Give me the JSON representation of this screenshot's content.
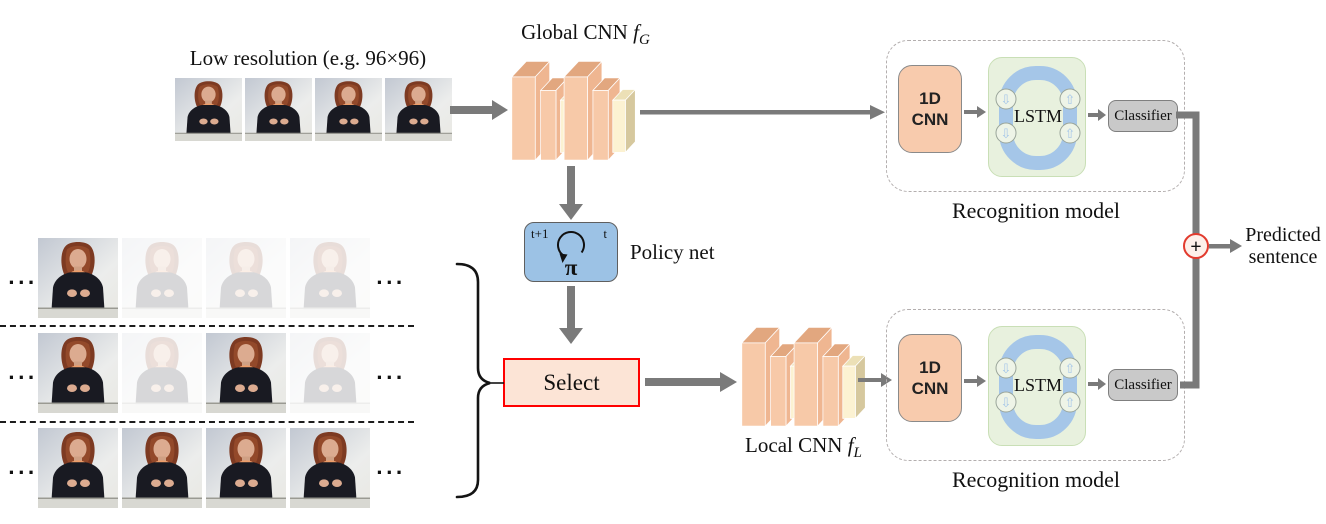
{
  "labels": {
    "low_resolution": "Low resolution (e.g. 96×96)",
    "global_cnn_prefix": "Global CNN",
    "global_cnn_f": "f",
    "global_cnn_sub": "G",
    "local_cnn_prefix": "Local CNN",
    "local_cnn_f": "f",
    "local_cnn_sub": "L",
    "policy_net": "Policy net",
    "select": "Select",
    "recognition_model": "Recognition model",
    "predicted_line1": "Predicted",
    "predicted_line2": "sentence",
    "plus": "+"
  },
  "policy": {
    "t_next": "t+1",
    "t": "t",
    "pi": "π"
  },
  "recognition": {
    "cnn1d_line1": "1D",
    "cnn1d_line2": "CNN",
    "lstm": "LSTM",
    "classifier": "Classifier"
  },
  "icons": {
    "up_arrow": "⇧",
    "down_arrow": "⇩"
  },
  "film": {
    "ellipsis": "...",
    "top_strip_frames": 4,
    "rows": [
      [
        1,
        0,
        0,
        0
      ],
      [
        1,
        0,
        1,
        0
      ],
      [
        1,
        1,
        1,
        1
      ]
    ]
  },
  "colors": {
    "text": "#111111",
    "arrow": "#7a7a7a",
    "cnn_front": "#f7c9a8",
    "cnn_top": "#e2a77f",
    "cnn_side": "#efb691",
    "cream_front": "#fcf2d2",
    "cream_top": "#ece0b6",
    "cream_side": "#d6c89e",
    "box_1dcnn_bg": "#f8cbad",
    "box_1dcnn_border": "#8a8a8a",
    "lstm_bg": "#e8f1de",
    "lstm_border": "#c9dfb6",
    "lstm_ring": "#a5c6e8",
    "policy_bg": "#9cc2e5",
    "policy_border": "#5f5f5f",
    "select_bg": "#fce4d6",
    "select_border": "#ff0000",
    "classifier_bg": "#c9c9c9",
    "classifier_border": "#7f7f7f",
    "dash_border": "#b3aeae",
    "plus_fill": "#fdf0ea",
    "plus_border": "#e23b2e"
  }
}
